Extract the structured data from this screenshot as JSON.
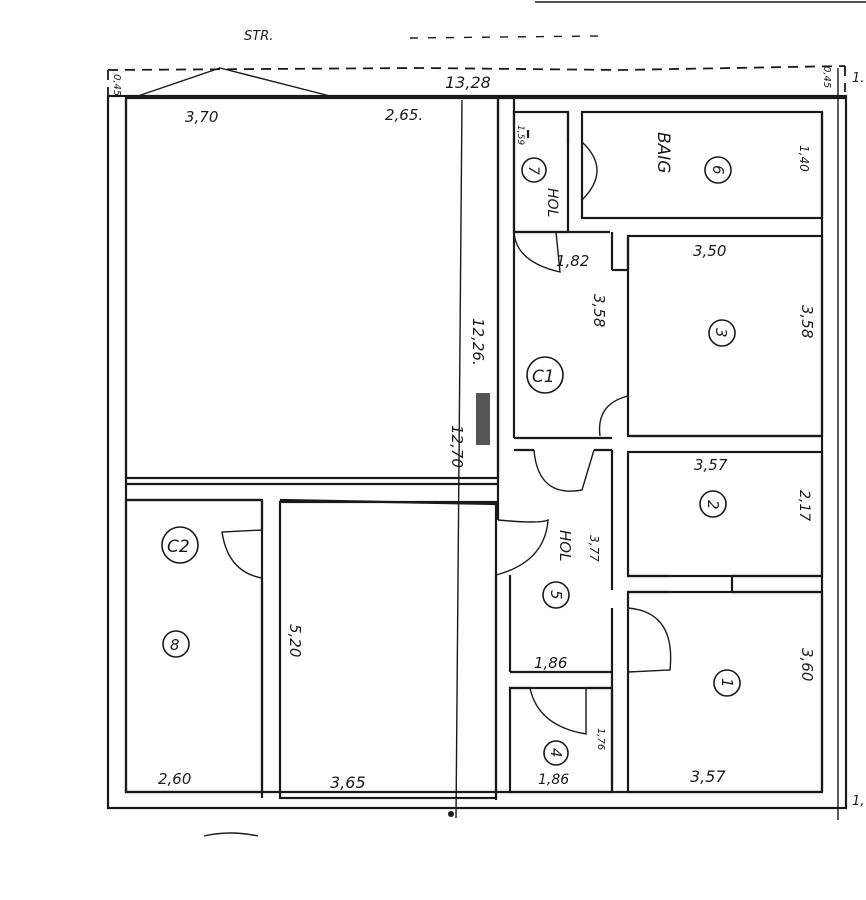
{
  "street_label": "STR.",
  "dims": {
    "total_width": "13,28",
    "left_offset": "0,45",
    "right_offset": "0,45",
    "edge_top": "1.",
    "edge_bottom": "1,",
    "main_room_w1": "3,70",
    "main_room_w2": "2,65.",
    "wall_len_1": "12,26.",
    "wall_len_2": "12,70",
    "hol7_dim": "1,59",
    "bath_h": "1,40",
    "hol_width": "1,82",
    "room3_w": "3,50",
    "room3_h_left": "3,58",
    "room3_h_right": "3,58",
    "room2_w": "3,57",
    "room2_h": "2,17",
    "hol5_h": "3,77",
    "room1_h": "3,60",
    "hol5_w": "1,86",
    "room4_h": "1,76",
    "room4_w": "1,86",
    "room1_w": "3,57",
    "room8_w": "2,60",
    "mid_room_h": "5,20",
    "mid_room_w": "3,65"
  },
  "labels": {
    "bath": "BAIG",
    "hol_top": "HOL",
    "hol_mid": "HOL",
    "c1": "C1",
    "c2": "C2"
  },
  "rooms": {
    "r1": "1",
    "r2": "2",
    "r3": "3",
    "r4": "4",
    "r5": "5",
    "r6": "6",
    "r7": "7",
    "r8": "8"
  }
}
